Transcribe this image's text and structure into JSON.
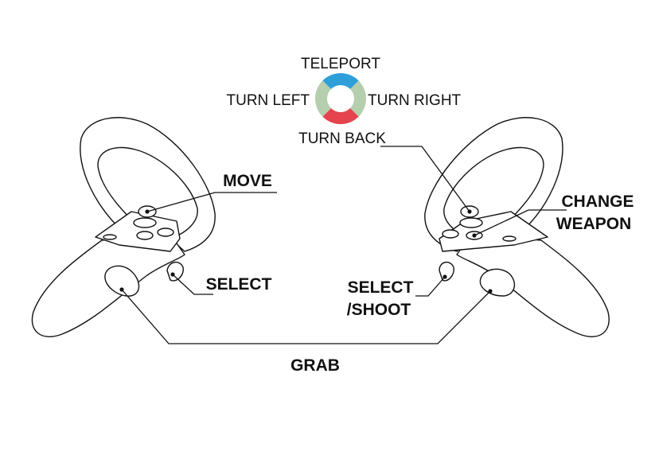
{
  "dpad": {
    "teleport": "TELEPORT",
    "turn_left": "TURN LEFT",
    "turn_right": "TURN RIGHT",
    "turn_back": "TURN BACK",
    "colors": {
      "up": "#2e9fd9",
      "down": "#e5434d",
      "sides": "#b5ceae"
    }
  },
  "labels": {
    "move": "MOVE",
    "select_left": "SELECT",
    "select_right_1": "SELECT",
    "select_right_2": "/SHOOT",
    "change_1": "CHANGE",
    "change_2": "WEAPON",
    "grab": "GRAB"
  }
}
